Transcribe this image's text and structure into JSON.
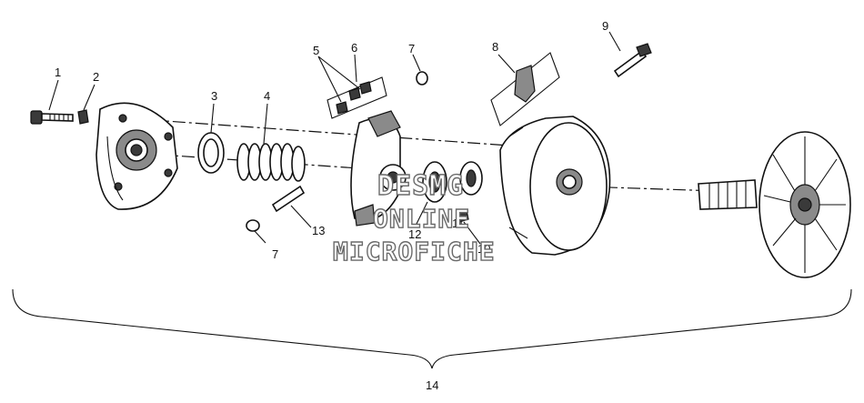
{
  "callouts": {
    "c1": "1",
    "c2": "2",
    "c3": "3",
    "c4": "4",
    "c5": "5",
    "c6": "6",
    "c7a": "7",
    "c7b": "7",
    "c8": "8",
    "c9": "9",
    "c10": "10",
    "c11": "11",
    "c12": "12",
    "c13": "13",
    "c14": "14"
  },
  "watermark": {
    "line1": "DESMG",
    "line2": "ONLINE",
    "line3": "MICROFICHE"
  },
  "colors": {
    "ink": "#111111",
    "watermark_outline": "#6a6a6a",
    "background": "#ffffff"
  }
}
